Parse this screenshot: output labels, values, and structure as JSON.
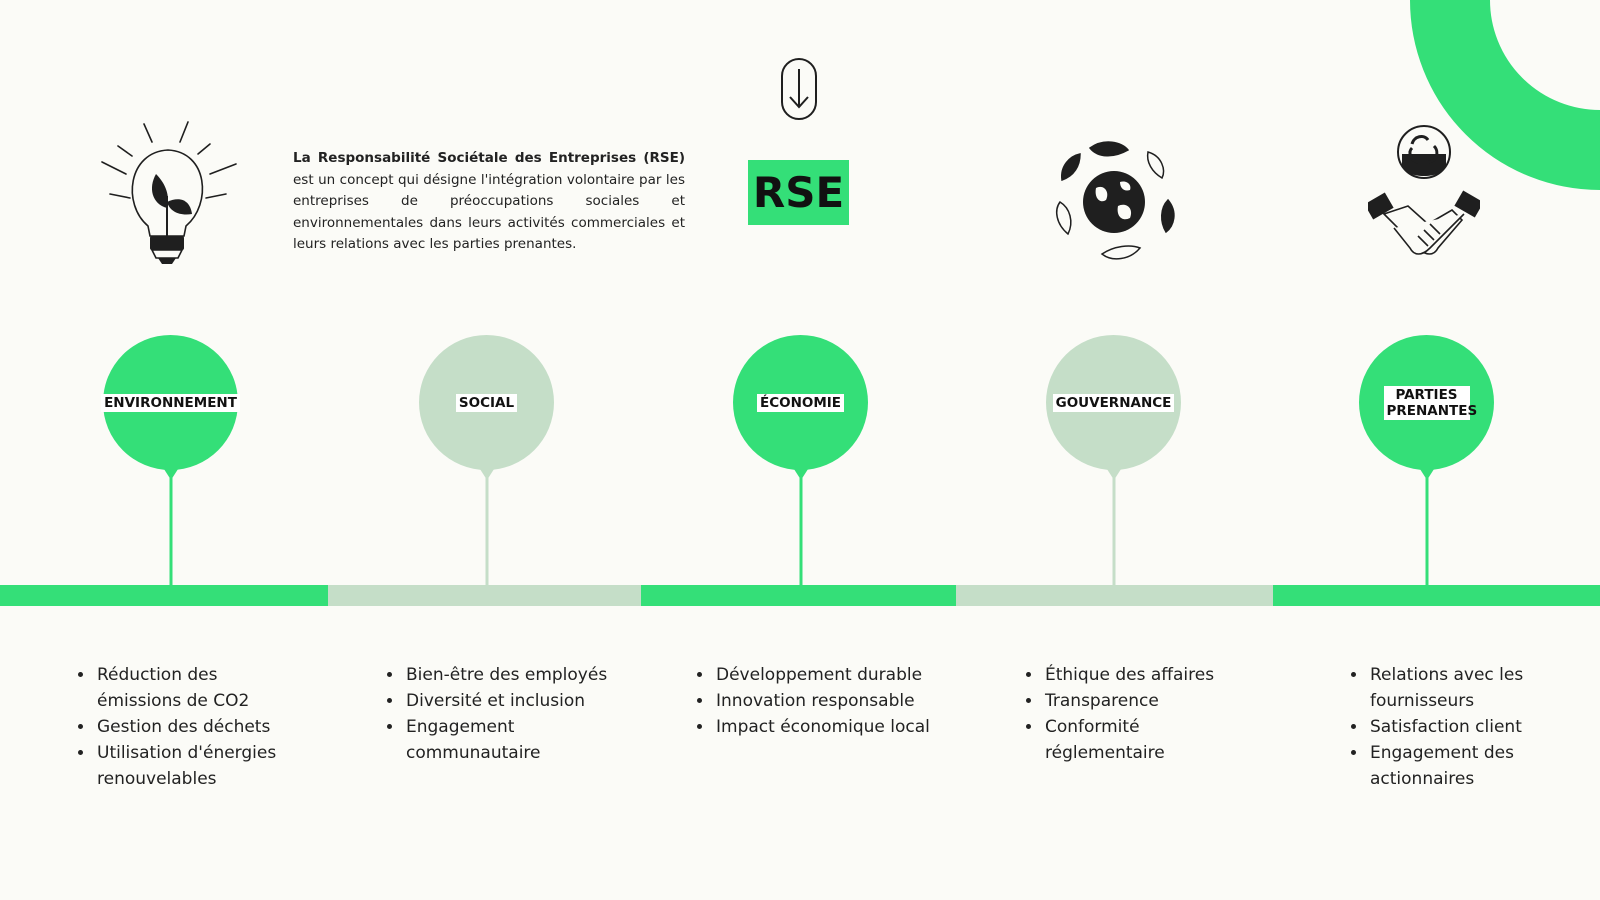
{
  "colors": {
    "green": "#34df78",
    "sage": "#c5dec8",
    "background": "#fbfbf7",
    "ink": "#1f1f1f"
  },
  "intro": {
    "bold": "La Responsabilité Sociétale des Entreprises (RSE)",
    "rest": " est un concept qui désigne l'intégration volontaire par les entreprises de préoccupations sociales et environnementales dans leurs activités commerciales et leurs relations avec les parties prenantes."
  },
  "badge": "RSE",
  "icons": [
    "lightbulb-plant-icon",
    "arrow-down-pill-icon",
    "globe-leaves-icon",
    "handshake-recycle-icon"
  ],
  "pillars": [
    {
      "label": "ENVIRONNEMENT",
      "color": "green",
      "items": [
        "Réduction des émissions de CO2",
        "Gestion des déchets",
        "Utilisation d'énergies renouvelables"
      ]
    },
    {
      "label": "SOCIAL",
      "color": "sage",
      "items": [
        "Bien-être des employés",
        "Diversité et inclusion",
        "Engagement communautaire"
      ]
    },
    {
      "label": "ÉCONOMIE",
      "color": "green",
      "items": [
        "Développement durable",
        "Innovation responsable",
        "Impact économique local"
      ]
    },
    {
      "label": "GOUVERNANCE",
      "color": "sage",
      "items": [
        "Éthique des affaires",
        "Transparence",
        "Conformité réglementaire"
      ]
    },
    {
      "label": "PARTIES PRENANTES",
      "color": "green",
      "items": [
        "Relations avec les fournisseurs",
        "Satisfaction client",
        "Engagement des actionnaires"
      ]
    }
  ]
}
